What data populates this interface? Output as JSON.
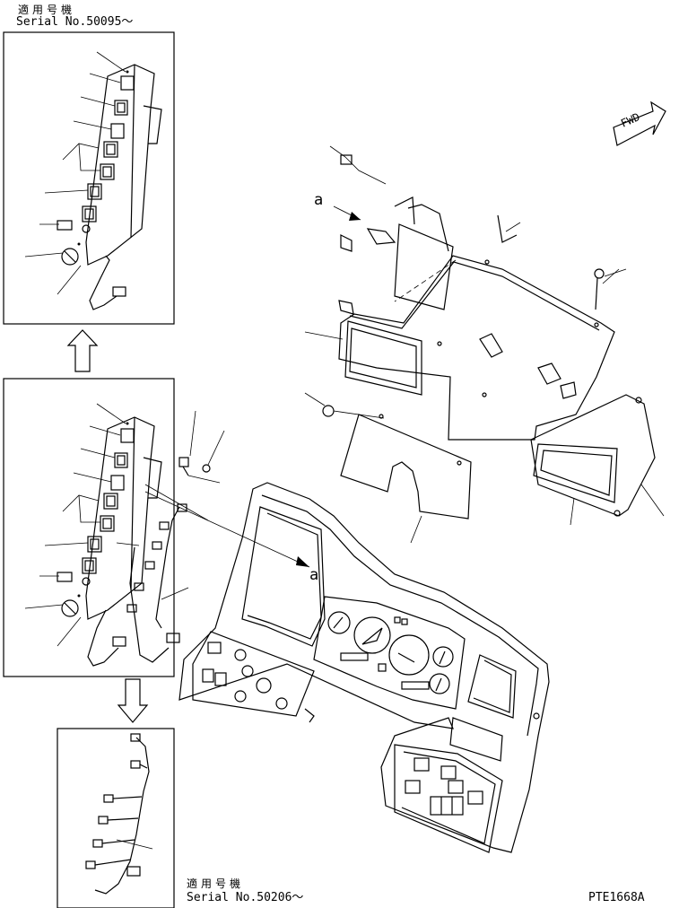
{
  "header_top": {
    "applicability_label": "適用号機",
    "serial_label": "Serial No.50095～"
  },
  "header_bottom": {
    "applicability_label": "適用号機",
    "serial_label": "Serial No.50206～"
  },
  "callout_a_main": "a",
  "callout_a_panel": "a",
  "fwd_label": "FWD",
  "drawing_code": "PTE1668A"
}
